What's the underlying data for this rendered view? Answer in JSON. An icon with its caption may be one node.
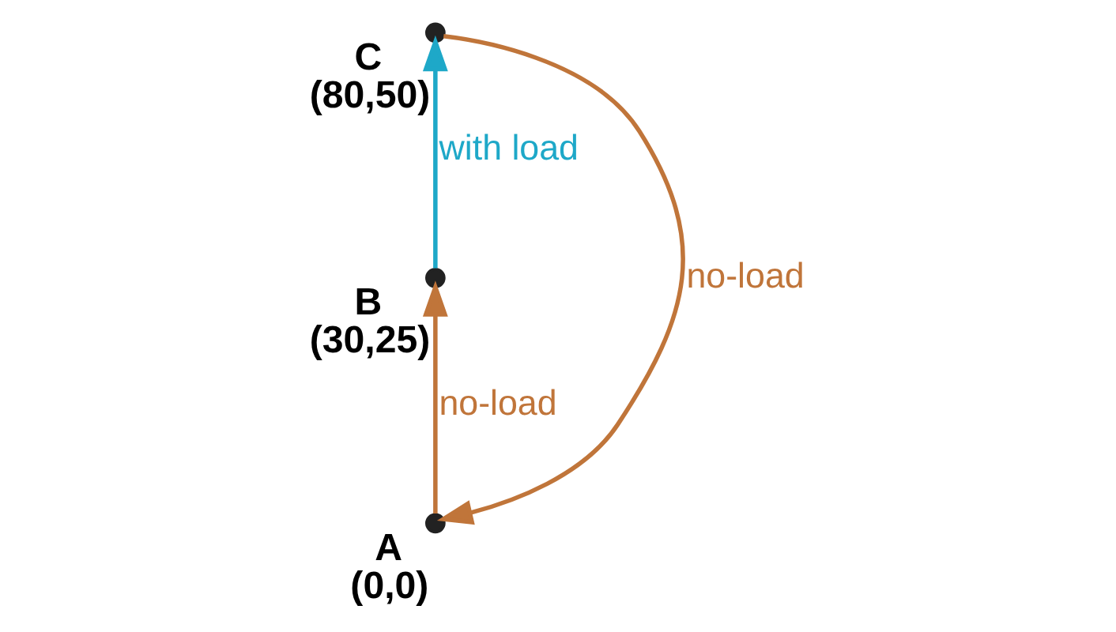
{
  "diagram": {
    "nodes": [
      {
        "text": [],
        "shape": "circle",
        "beside": [
          "A",
          "(0,0)"
        ]
      },
      {
        "text": [],
        "shape": "circle",
        "beside": [
          "B",
          "(30,25)"
        ]
      },
      {
        "text": [],
        "shape": "circle",
        "beside": [
          "C",
          "(80,50)"
        ]
      }
    ],
    "edges": [
      {
        "from": 0,
        "to": 1,
        "arrow": "to",
        "label": "no-load"
      },
      {
        "from": 1,
        "to": 2,
        "arrow": "to",
        "label": "with load",
        "color": "#1ea8c8"
      },
      {
        "from": 2,
        "to": 0,
        "arrow": "to",
        "label": "no-load"
      }
    ]
  }
}
